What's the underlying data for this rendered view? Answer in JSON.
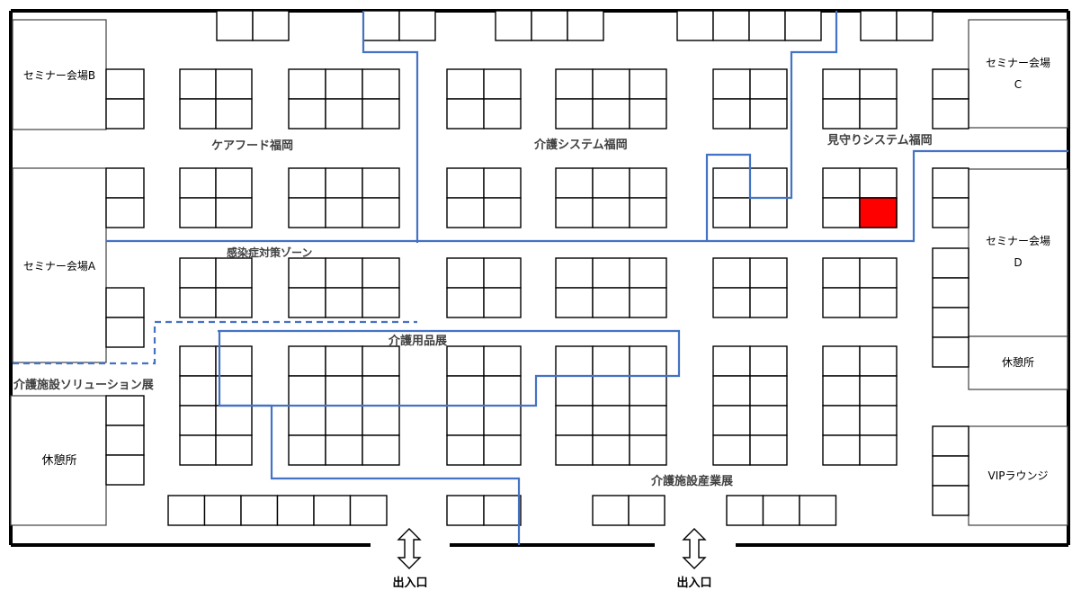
{
  "rooms": {
    "seminar_b": "セミナー会場B",
    "seminar_a": "セミナー会場A",
    "seminar_c_line1": "セミナー会場",
    "seminar_c_line2": "C",
    "seminar_d_line1": "セミナー会場",
    "seminar_d_line2": "D",
    "rest_left": "休憩所",
    "rest_right": "休憩所",
    "vip": "VIPラウンジ"
  },
  "zones": {
    "care_food": "ケアフード福岡",
    "care_system": "介護システム福岡",
    "watch_system": "見守りシステム福岡",
    "infection": "感染症対策ゾーン",
    "care_goods": "介護用品展",
    "facility_solution": "介護施設ソリューション展",
    "facility_industry": "介護施設産業展"
  },
  "entrances": {
    "left": "出入口",
    "right": "出入口"
  },
  "colors": {
    "route": "#4472c4",
    "highlight_booth": "#ff0000"
  }
}
